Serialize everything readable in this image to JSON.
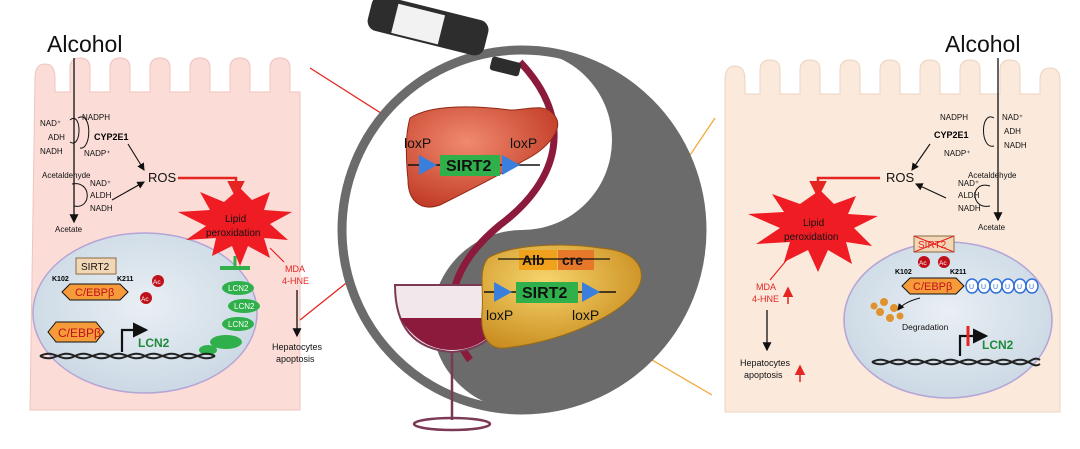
{
  "left_panel": {
    "alcohol": "Alcohol",
    "nad_plus": "NAD⁺",
    "nadph": "NADPH",
    "adh": "ADH",
    "cyp2e1": "CYP2E1",
    "nadh": "NADH",
    "nadp_plus": "NADP⁺",
    "acetaldehyde": "Acetaldehyde",
    "nad_plus_2": "NAD⁺",
    "aldh": "ALDH",
    "nadh_2": "NADH",
    "acetate": "Acetate",
    "ros": "ROS",
    "lipid_peroxidation_1": "Lipid",
    "lipid_peroxidation_2": "peroxidation",
    "mda_1": "MDA",
    "mda_2": "4-HNE",
    "apoptosis_1": "Hepatocytes",
    "apoptosis_2": "apoptosis",
    "sirt2": "SIRT2",
    "k102": "K102",
    "k211": "K211",
    "cebpb": "C/EBPβ",
    "cebpb_2": "C/EBPβ",
    "ac": "Ac",
    "lcn2_gene": "LCN2",
    "lcn2_protein": "LCN2"
  },
  "center": {
    "loxp_left": "loxP",
    "loxp_right": "loxP",
    "sirt2_top": "SIRT2",
    "alb": "Alb",
    "cre": "cre",
    "sirt2_bottom": "SIRT2",
    "loxp_bottom_left": "loxP",
    "loxp_bottom_right": "loxP"
  },
  "right_panel": {
    "alcohol": "Alcohol",
    "nadph": "NADPH",
    "nad_plus": "NAD⁺",
    "cyp2e1": "CYP2E1",
    "adh": "ADH",
    "nadp_plus": "NADP⁺",
    "nadh": "NADH",
    "acetaldehyde": "Acetaldehyde",
    "ros": "ROS",
    "nad_plus_2": "NAD⁺",
    "aldh": "ALDH",
    "nadh_2": "NADH",
    "acetate": "Acetate",
    "lipid_peroxidation_1": "Lipid",
    "lipid_peroxidation_2": "peroxidation",
    "sirt2": "SIRT2",
    "k102": "K102",
    "k211": "K211",
    "cebpb": "C/EBPβ",
    "ac": "Ac",
    "ub": "U",
    "degradation": "Degradation",
    "mda_1": "MDA",
    "mda_2": "4-HNE",
    "apoptosis_1": "Hepatocytes",
    "apoptosis_2": "apoptosis",
    "lcn2_gene": "LCN2"
  },
  "colors": {
    "left_cell": "#fbdcd7",
    "right_cell": "#fbe9dc",
    "nucleus": "#dfe6ee",
    "explosion": "#ef1c24",
    "cebpb_fill": "#f59b3a",
    "lcn2_green": "#2fb04a",
    "wine": "#8b1a3d",
    "yin_gray": "#6b6b6b",
    "liver_red": "#d9543c",
    "liver_yellow": "#e6b23a",
    "loxp_blue": "#3b7fdc"
  }
}
